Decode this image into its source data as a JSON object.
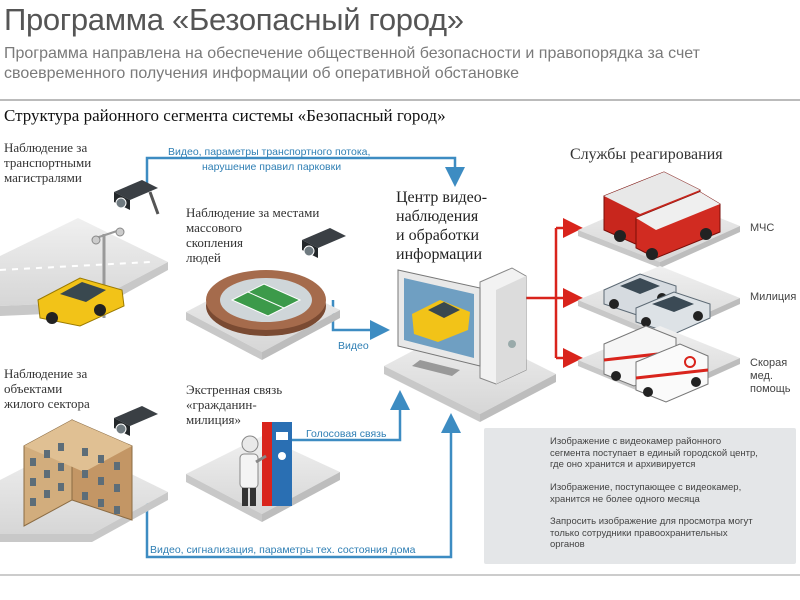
{
  "header": {
    "title": "Программа «Безопасный город»",
    "subtitle": "Программа направлена на обеспечение общественной безопасности и правопорядка за счет своевременного получения информации об оперативной обстановке",
    "section_title": "Структура районного сегмента системы «Безопасный город»"
  },
  "sources": {
    "traffic": "Наблюдение за\nтранспортными\nмагистралями",
    "crowds": "Наблюдение за местами\nмассового\nскопления\nлюдей",
    "residential": "Наблюдение за\nобъектами\nжилого сектора",
    "emergency": "Экстренная связь\n«гражданин-\nмилиция»"
  },
  "flows": {
    "traffic_video_line1": "Видео, параметры транспортного потока,",
    "traffic_video_line2": "нарушение правил парковки",
    "video": "Видео",
    "voice": "Голосовая связь",
    "residential_data": "Видео, сигнализация, параметры тех. состояния дома"
  },
  "center": {
    "label": "Центр видео-\nнаблюдения\nи обработки\nинформации"
  },
  "services": {
    "title": "Службы реагирования",
    "items": [
      {
        "label": "МЧС"
      },
      {
        "label": "Милиция"
      },
      {
        "label": "Скорая\nмед.\nпомощь"
      }
    ]
  },
  "info": {
    "items": [
      {
        "icon": "computer-icon",
        "text": "Изображение с видеокамер районного\nсегмента поступает в единый городской центр,\nгде оно хранится и архивируется"
      },
      {
        "icon": "camera-icon",
        "text": "Изображение, поступающее с видеокамер,\nхранится не более одного месяца"
      },
      {
        "icon": "police-officer-icon",
        "text": "Запросить изображение для просмотра могут\nтолько сотрудники правоохранительных\nорганов"
      }
    ]
  },
  "colors": {
    "flow_blue": "#3d8cc2",
    "flow_red": "#d9241c",
    "platform": "#e3e3e3"
  }
}
